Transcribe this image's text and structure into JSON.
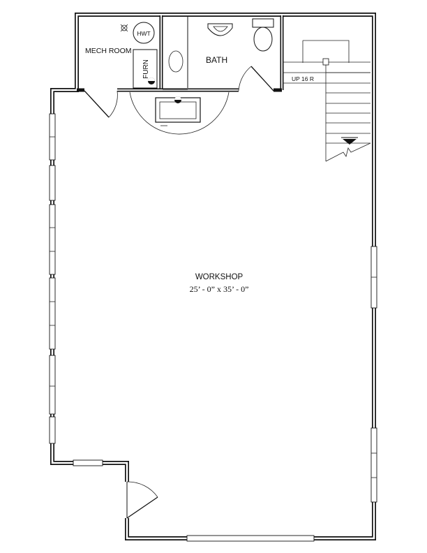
{
  "plan": {
    "rooms": {
      "workshop": {
        "name": "WORKSHOP",
        "dimensions": "25’ - 0” x 35’ - 0”"
      },
      "mech_room": {
        "name": "MECH ROOM"
      },
      "bath": {
        "name": "BATH"
      }
    },
    "fixtures": {
      "water_heater": "HWT",
      "furnace": "FURN"
    },
    "stair_label": "UP 16 R"
  }
}
